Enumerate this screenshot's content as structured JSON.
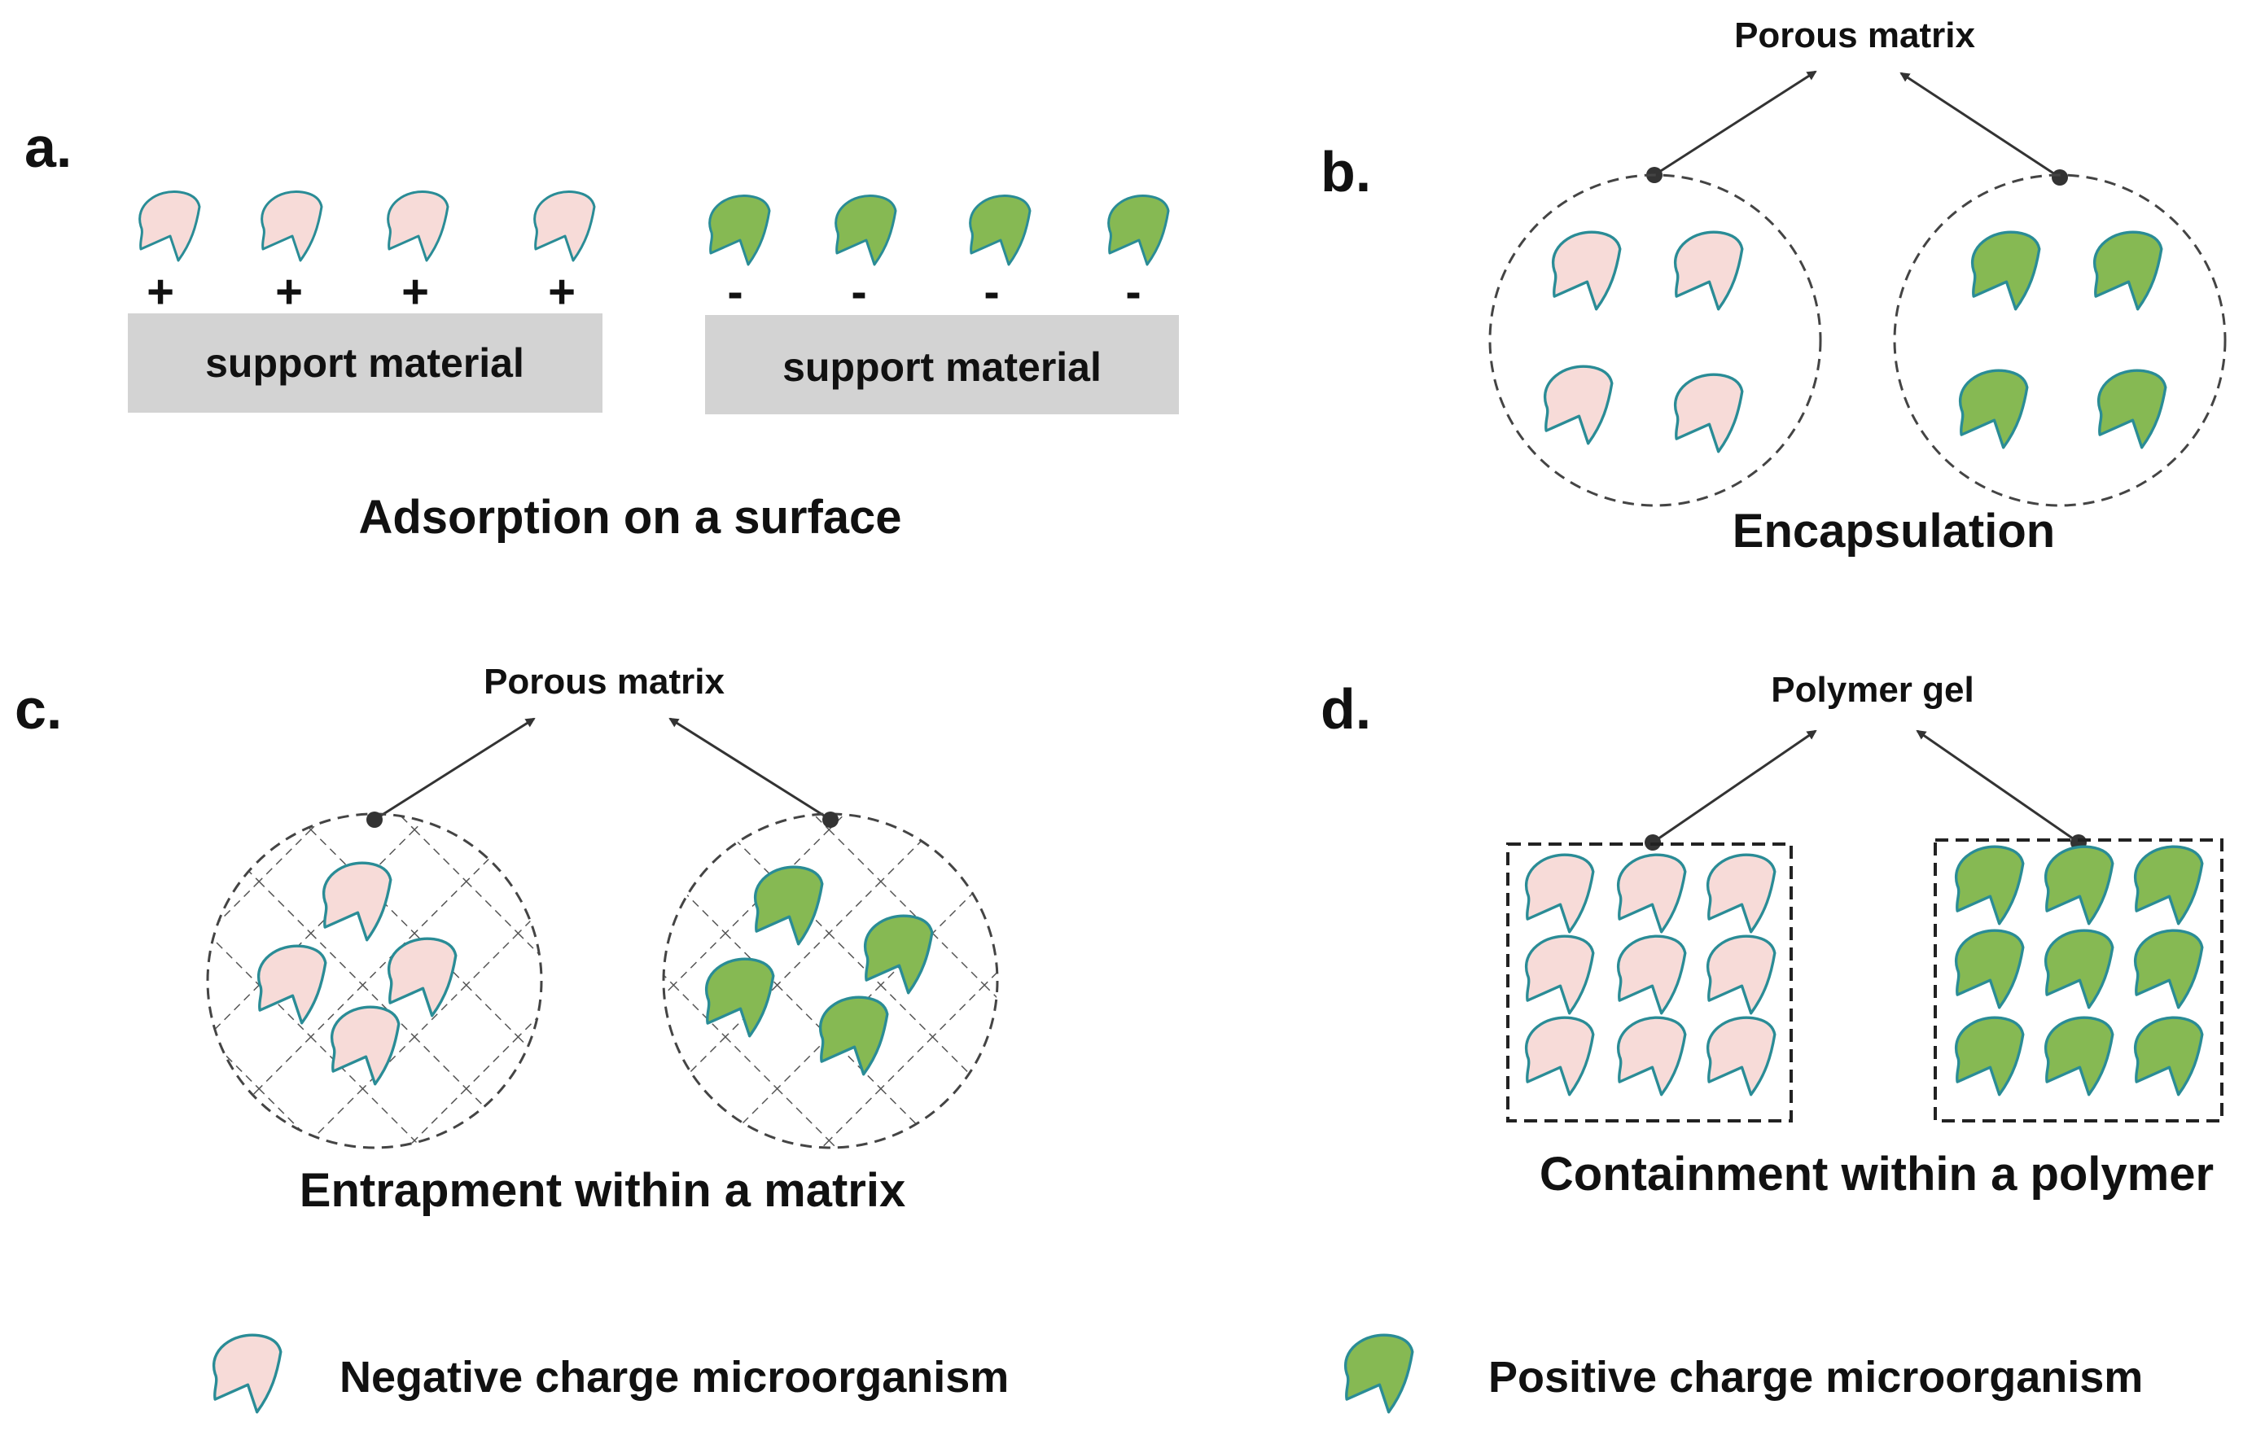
{
  "panels": {
    "a": {
      "letter": "a.",
      "caption": "Adsorption on a surface",
      "support_label_left": "support material",
      "support_label_right": "support material",
      "left_sign": "+",
      "right_sign": "-"
    },
    "b": {
      "letter": "b.",
      "caption": "Encapsulation",
      "callout": "Porous matrix"
    },
    "c": {
      "letter": "c.",
      "caption": "Entrapment within a matrix",
      "callout": "Porous matrix"
    },
    "d": {
      "letter": "d.",
      "caption": "Containment within a polymer",
      "callout": "Polymer gel"
    }
  },
  "legend": {
    "negative": "Negative charge microorganism",
    "positive": "Positive charge microorganism"
  },
  "colors": {
    "negative_fill": "#f7dbd8",
    "positive_fill": "#86b953",
    "cell_outline": "#2a8c96",
    "support_fill": "#d3d3d3",
    "dashed_line": "#333333"
  }
}
